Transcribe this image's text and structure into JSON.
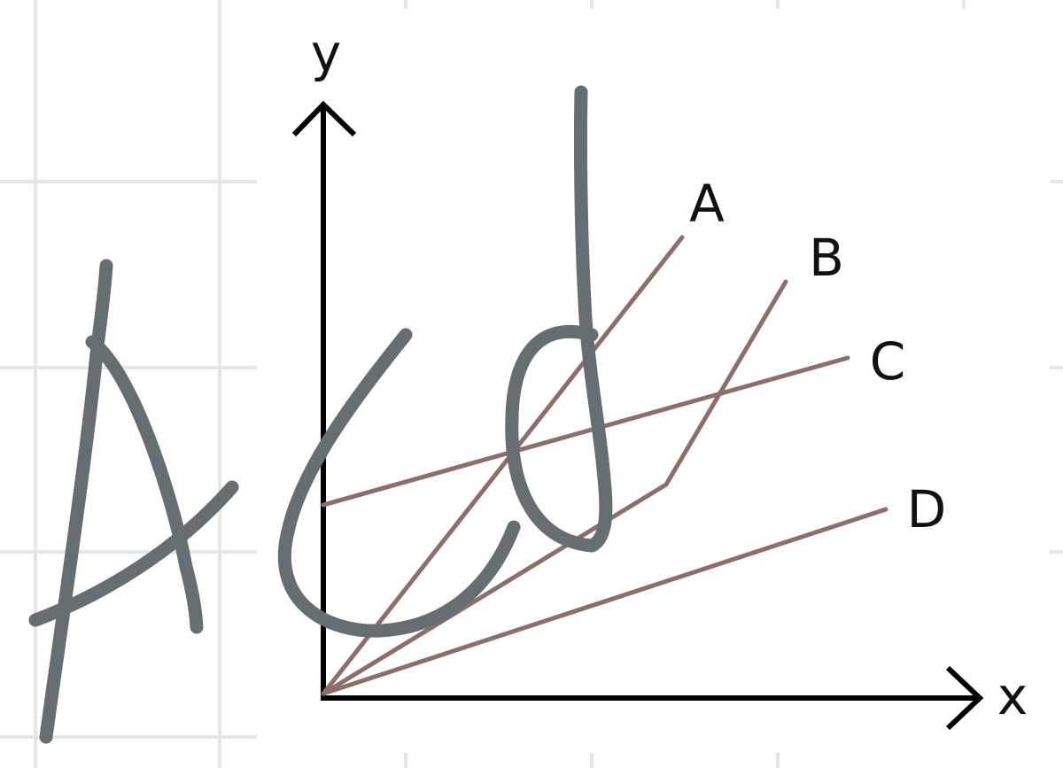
{
  "axes": {
    "y_label": "y",
    "x_label": "x"
  },
  "lines": [
    {
      "label": "A"
    },
    {
      "label": "B"
    },
    {
      "label": "C"
    },
    {
      "label": "D"
    }
  ],
  "handwriting": {
    "text": "Acd",
    "color": "#676e72"
  },
  "colors": {
    "grid": "#e6e6e6",
    "axis": "#000000",
    "series": "#8c6f6b"
  }
}
